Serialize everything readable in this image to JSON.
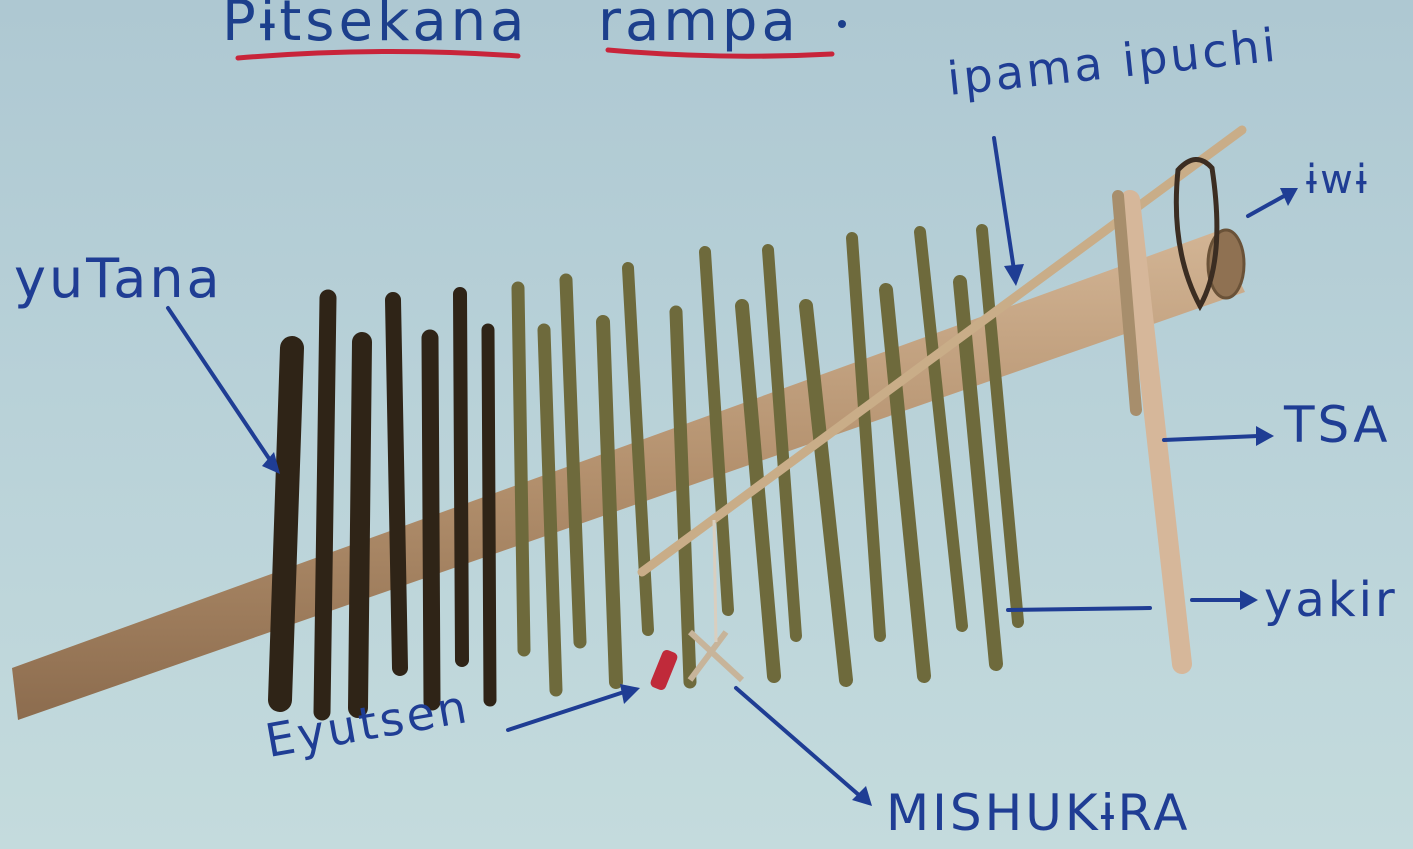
{
  "title": {
    "word1": "Pɨtsekana",
    "word2": "rampa"
  },
  "labels": {
    "yutana": "yuTana",
    "ipama_ipuchi": "ipama ipuchi",
    "twi": "ɨwɨ",
    "tsa": "TSA",
    "yakir": "yakir",
    "eyutsen": "Eyutsen",
    "mishukira": "MISHUKɨRA"
  },
  "colors": {
    "ink": "#1f3d94",
    "underline": "#c8243a",
    "stick_dark": "#2f2417",
    "stick_olive": "#6e6a3c",
    "pole": "#b99a78"
  }
}
